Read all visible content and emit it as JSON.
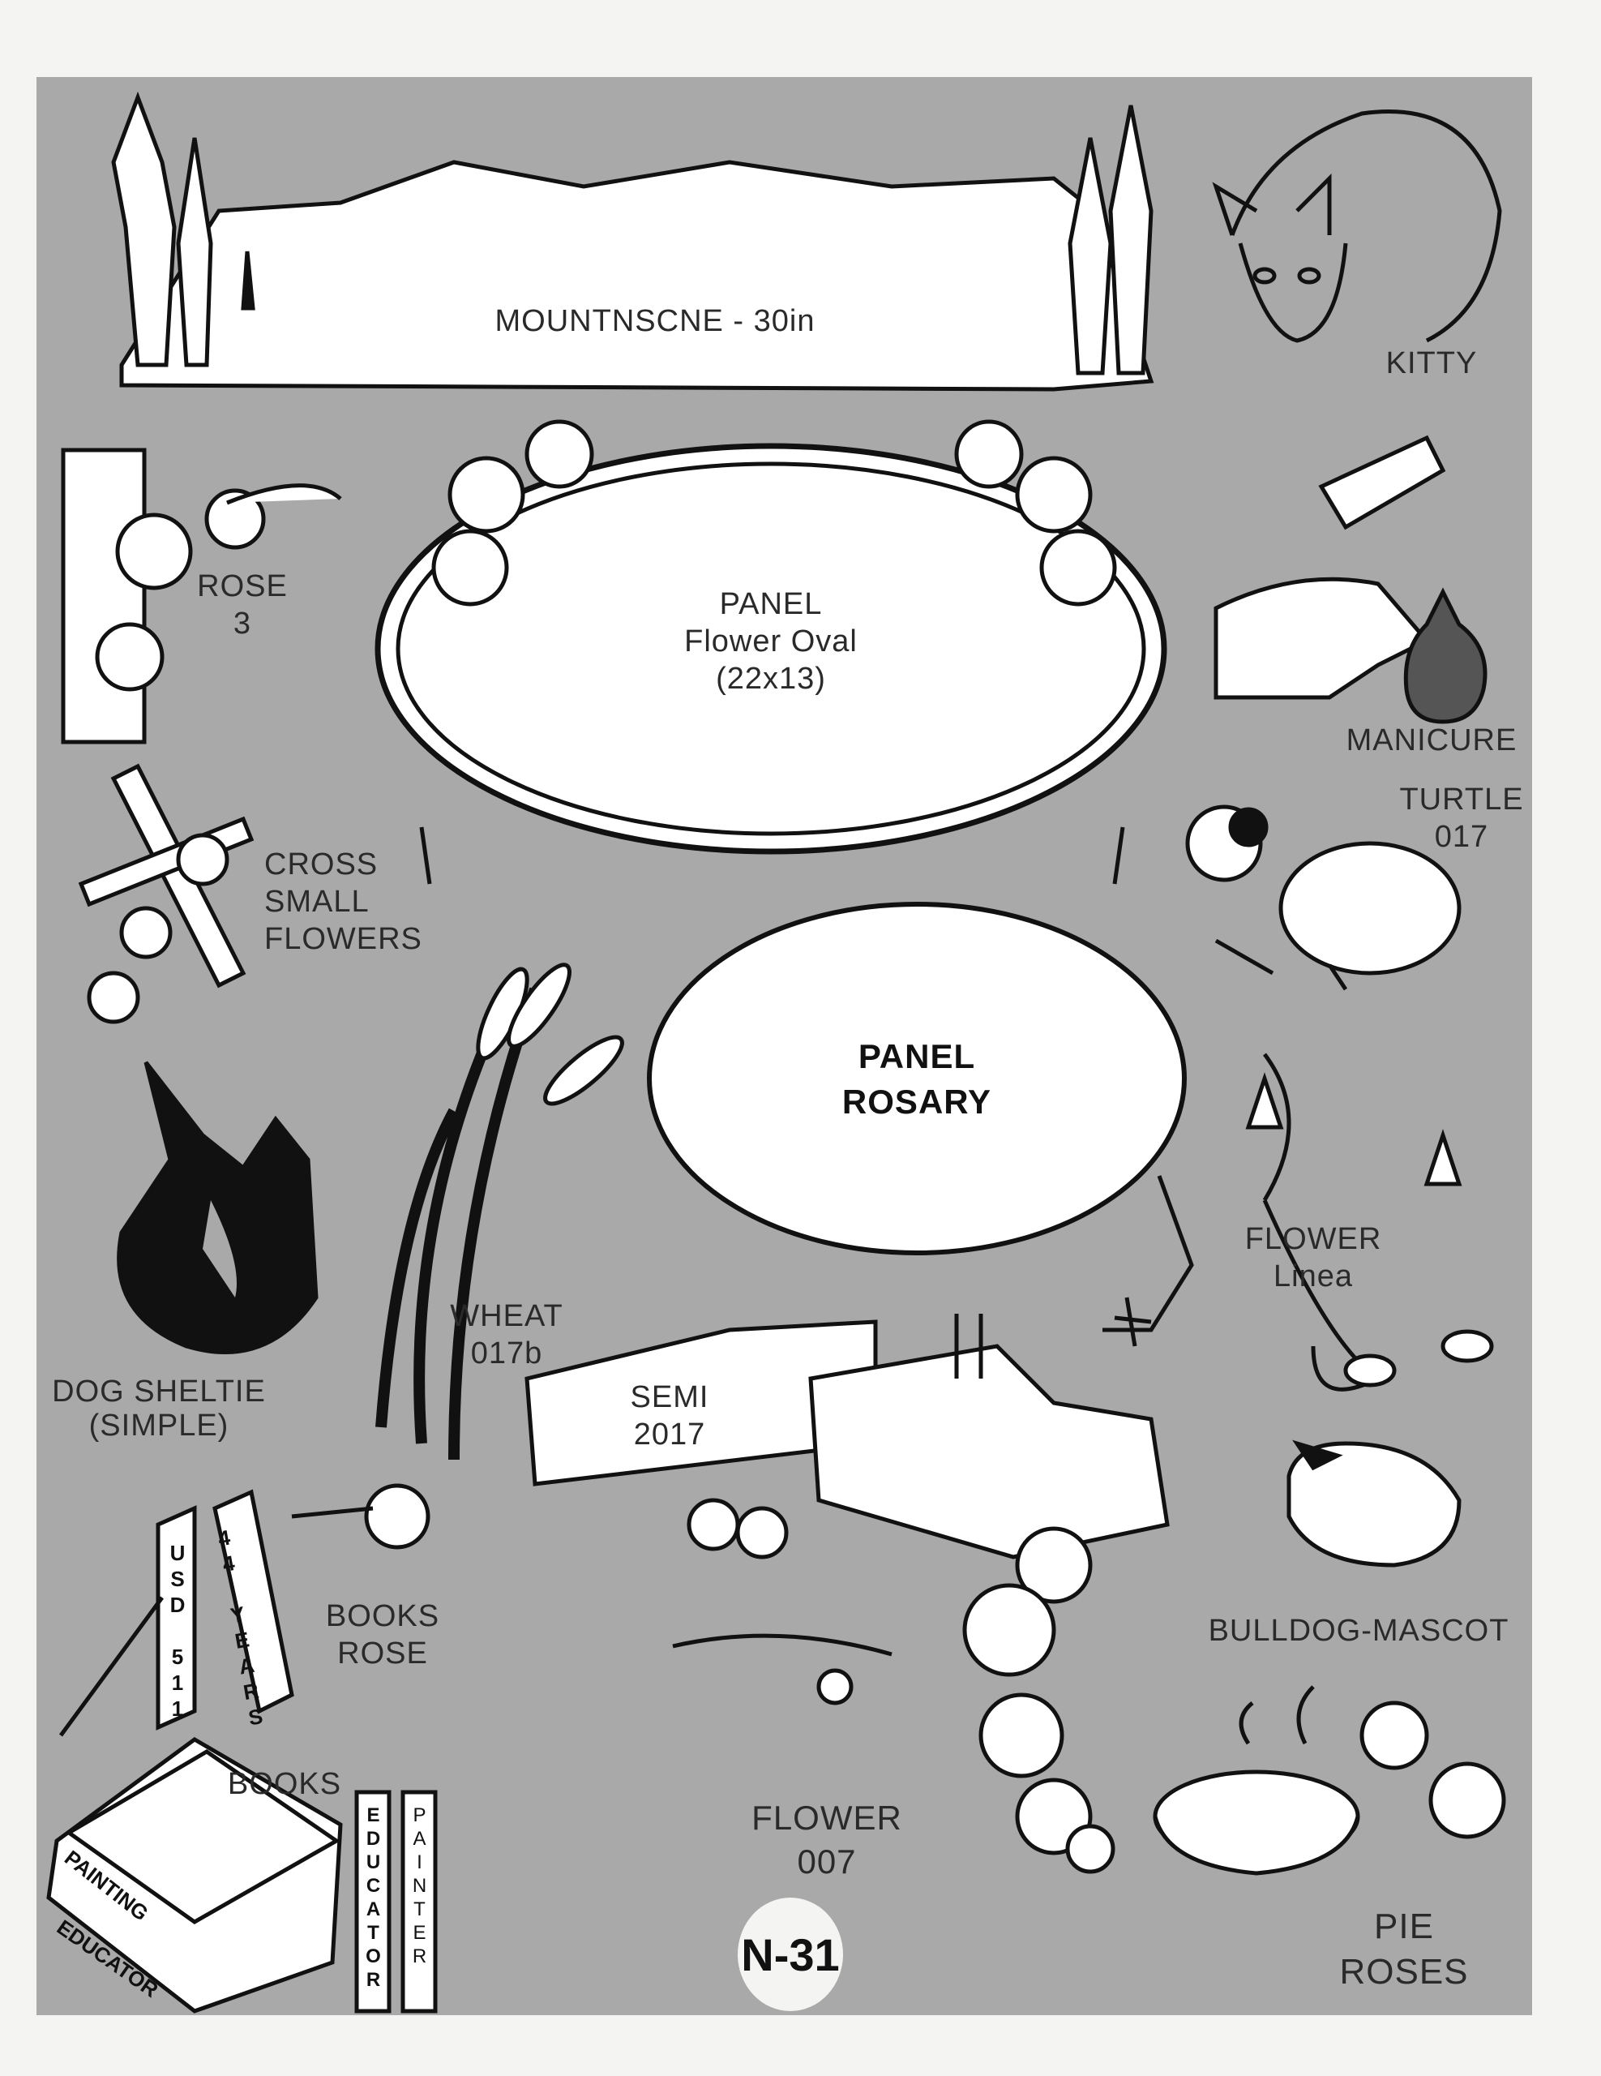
{
  "page_code": "N-31",
  "designs": {
    "mountain_scene": "MOUNTNSCNE - 30in",
    "kitty": "KITTY",
    "rose3": [
      "ROSE",
      "3"
    ],
    "panel_flower_oval": [
      "PANEL",
      "Flower Oval",
      "(22x13)"
    ],
    "manicure": "MANICURE",
    "turtle": [
      "TURTLE",
      "017"
    ],
    "cross": [
      "CROSS",
      "SMALL",
      "FLOWERS"
    ],
    "panel_rosary": [
      "PANEL",
      "ROSARY"
    ],
    "flower_linea": [
      "FLOWER",
      "Linea"
    ],
    "wheat": [
      "WHEAT",
      "017b"
    ],
    "dog_sheltie": [
      "DOG SHELTIE",
      "(SIMPLE)"
    ],
    "semi": [
      "SEMI",
      "2017"
    ],
    "bulldog": "BULLDOG-MASCOT",
    "books_rose": [
      "BOOKS",
      "ROSE"
    ],
    "books_rose_spines": [
      "USD 511",
      "44 YEARS"
    ],
    "books": "BOOKS",
    "books_titles": [
      "PAINTING",
      "EDUCATOR",
      "EDUCATOR",
      "PAINTER"
    ],
    "flower007": [
      "FLOWER",
      "007"
    ],
    "pie_roses": [
      "PIE",
      "ROSES"
    ]
  }
}
